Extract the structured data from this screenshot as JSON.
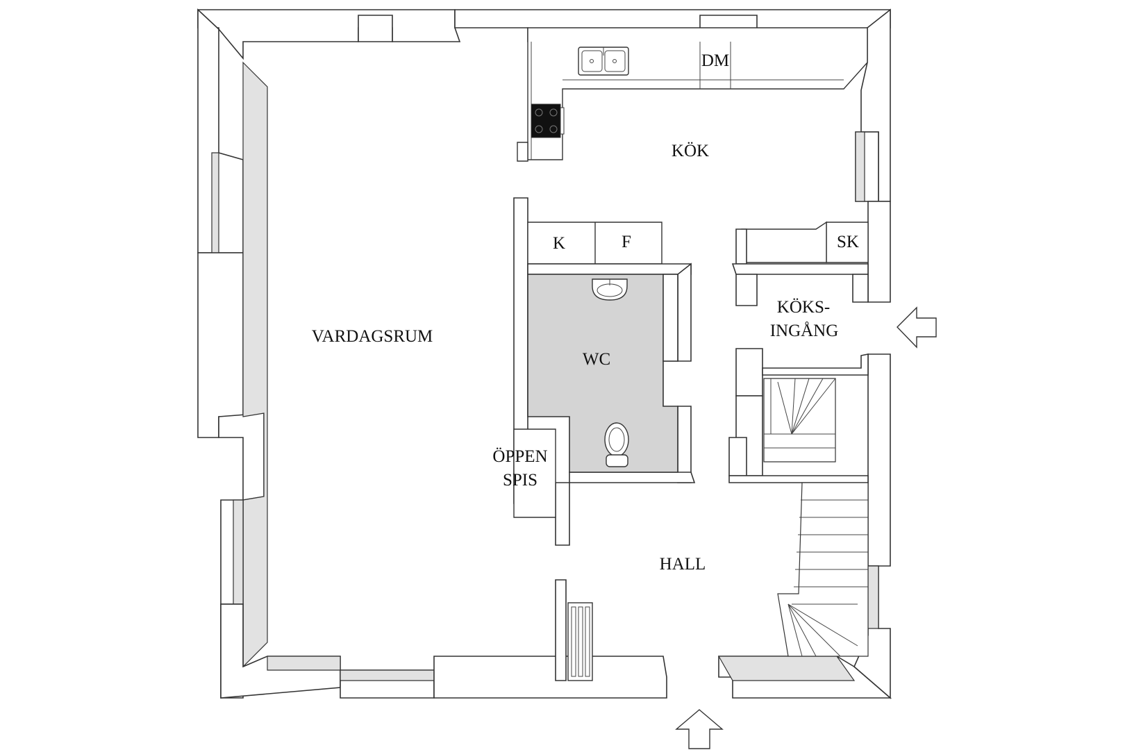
{
  "rooms": {
    "vardagsrum": "VARDAGSRUM",
    "kok": "KÖK",
    "dm": "DM",
    "k": "K",
    "f": "F",
    "sk": "SK",
    "koksingang_1": "KÖKS-",
    "koksingang_2": "INGÅNG",
    "wc": "WC",
    "oppen_spis_1": "ÖPPEN",
    "oppen_spis_2": "SPIS",
    "hall": "HALL"
  },
  "colors": {
    "wall_fill": "#ffffff",
    "wall_shade": "#e2e2e2",
    "wc_floor": "#d4d4d4",
    "line": "#333333"
  },
  "icons": [
    "sink-icon",
    "stove-icon",
    "washbasin-icon",
    "toilet-icon",
    "entrance-arrow-icon",
    "side-entrance-arrow-icon",
    "radiator-icon"
  ]
}
